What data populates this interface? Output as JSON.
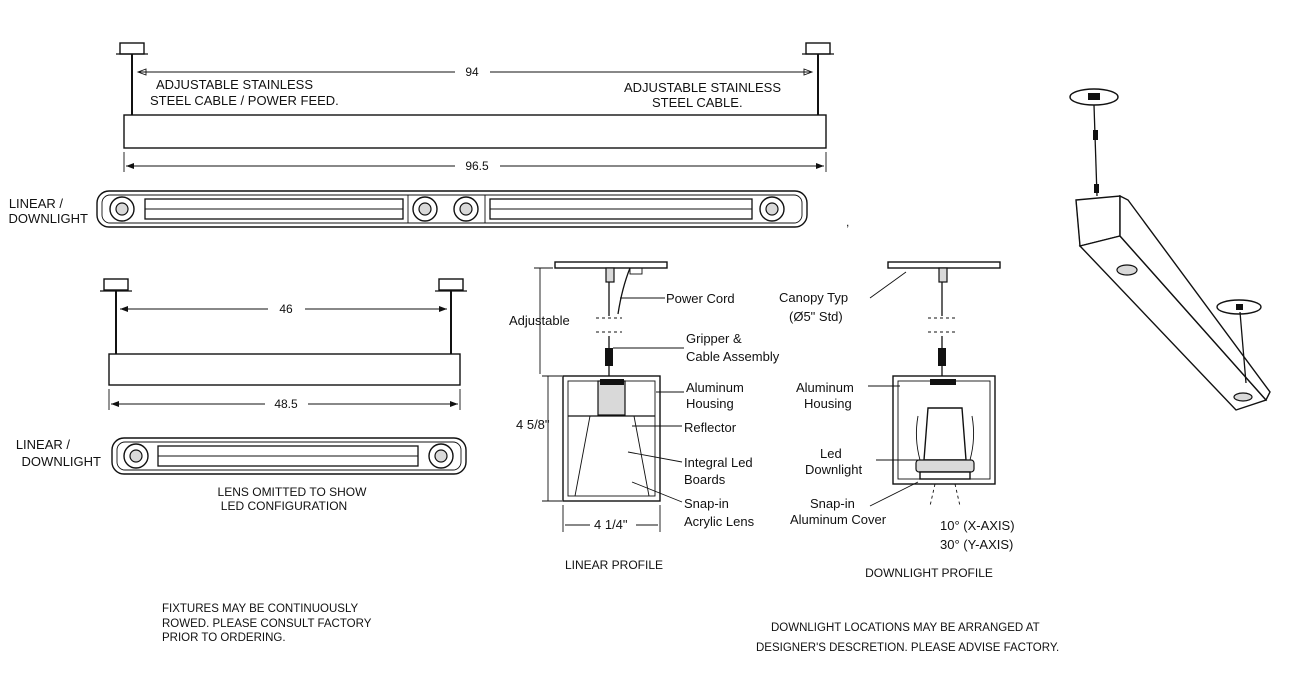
{
  "labels": {
    "dim_94": "94",
    "dim_96_5": "96.5",
    "dim_46": "46",
    "dim_48_5": "48.5",
    "cable_left_1": "ADJUSTABLE STAINLESS",
    "cable_left_2": "STEEL CABLE / POWER FEED.",
    "cable_right_1": "ADJUSTABLE STAINLESS",
    "cable_right_2": "STEEL CABLE.",
    "linear_downlight_1": "LINEAR /",
    "linear_downlight_2": "DOWNLIGHT",
    "lens_note_1": "LENS OMITTED TO SHOW",
    "lens_note_2": "LED CONFIGURATION",
    "adjustable": "Adjustable",
    "power_cord": "Power Cord",
    "gripper_1": "Gripper &",
    "gripper_2": "Cable Assembly",
    "alum_housing_1": "Aluminum",
    "alum_housing_2": "Housing",
    "reflector": "Reflector",
    "integral_led_1": "Integral Led",
    "integral_led_2": "Boards",
    "snap_in_1": "Snap-in",
    "snap_in_2": "Acrylic Lens",
    "height_dim": "4 5/8\"",
    "width_dim": "4 1/4\"",
    "linear_profile": "LINEAR PROFILE",
    "canopy_1": "Canopy Typ",
    "canopy_2": "(Ø5\" Std)",
    "led_downlight_1": "Led",
    "led_downlight_2": "Downlight",
    "snap_cover_1": "Snap-in",
    "snap_cover_2": "Aluminum Cover",
    "angle_x": "10° (X-AXIS)",
    "angle_y": "30° (Y-AXIS)",
    "downlight_profile": "DOWNLIGHT PROFILE",
    "rows_note_1": "FIXTURES MAY BE CONTINUOUSLY",
    "rows_note_2": "ROWED. PLEASE CONSULT FACTORY",
    "rows_note_3": "PRIOR TO ORDERING.",
    "dl_note_1": "DOWNLIGHT LOCATIONS MAY BE ARRANGED AT",
    "dl_note_2": "DESIGNER'S DESCRETION.  PLEASE ADVISE FACTORY."
  }
}
